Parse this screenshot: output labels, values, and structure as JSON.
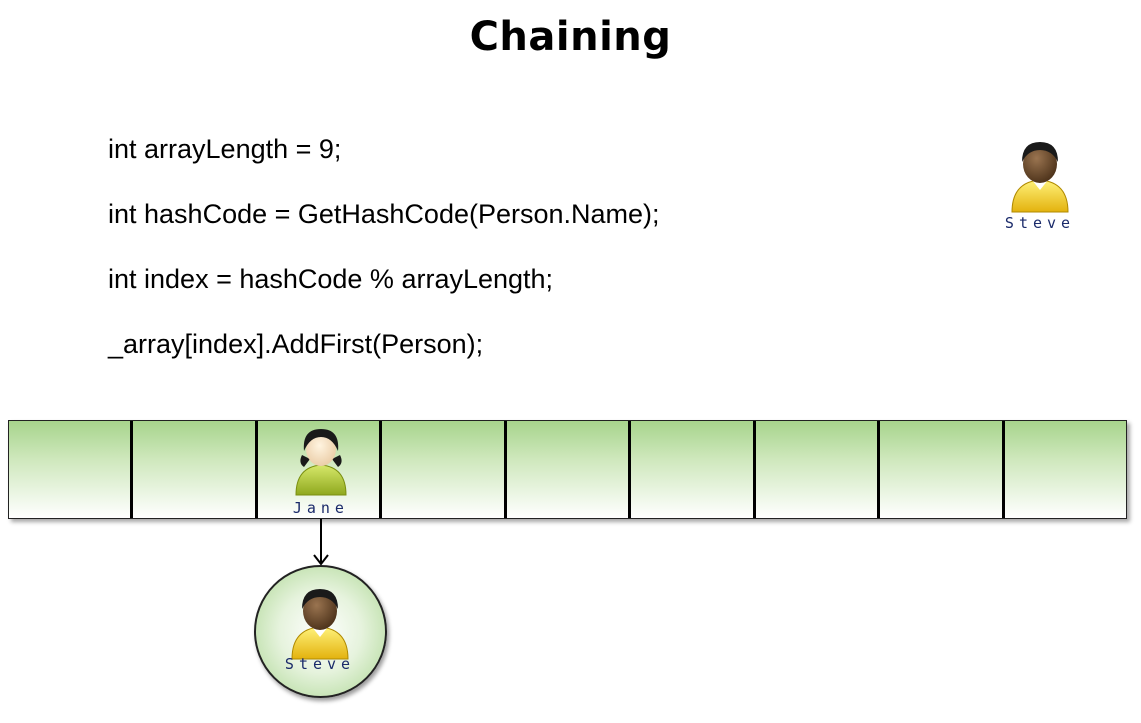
{
  "title": "Chaining",
  "code_lines": [
    "int arrayLength = 9;",
    "int hashCode = GetHashCode(Person.Name);",
    "int index = hashCode % arrayLength;",
    "_array[index].AddFirst(Person);"
  ],
  "array": {
    "length": 9,
    "occupied_index": 2,
    "occupied_label": "Jane"
  },
  "incoming_person": {
    "label": "Steve",
    "icon": "person-icon"
  },
  "chain_node": {
    "label": "Steve",
    "icon": "person-icon"
  },
  "colors": {
    "cell_green": "#a7d48c",
    "person_yellow": "#f5d33a",
    "person_green": "#a8c43a",
    "label_blue": "#1a2a6a"
  }
}
